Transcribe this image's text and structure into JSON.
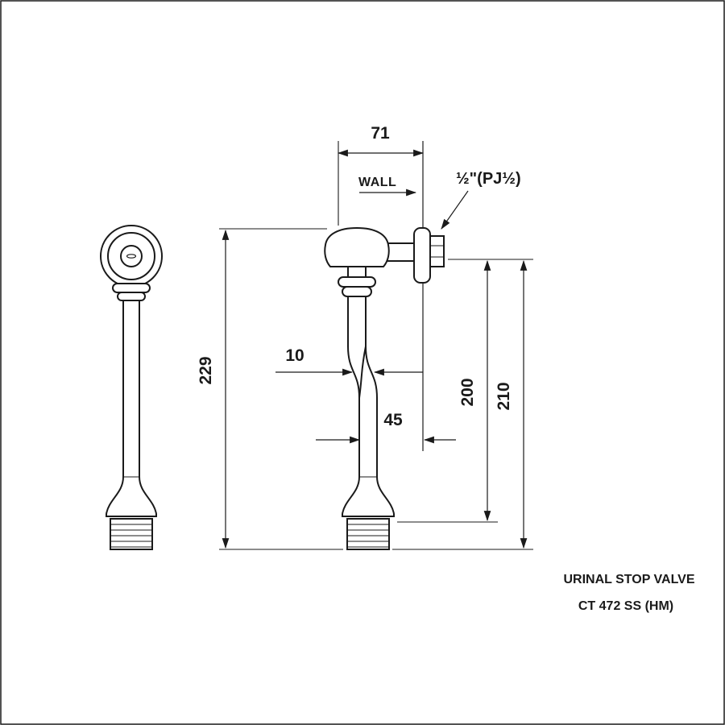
{
  "drawing": {
    "dimensions": {
      "top_width": "71",
      "wall_label": "WALL",
      "thread_callout": "½\"(PJ½)",
      "total_height": "229",
      "pipe_offset": "10",
      "wall_to_outlet": "45",
      "height_to_flange": "200",
      "height_to_thread_end": "210"
    },
    "title_block": {
      "product_name": "URINAL STOP VALVE",
      "model_code": "CT 472 SS (HM)"
    },
    "colors": {
      "line": "#1a1a1a",
      "background": "#ffffff"
    }
  }
}
